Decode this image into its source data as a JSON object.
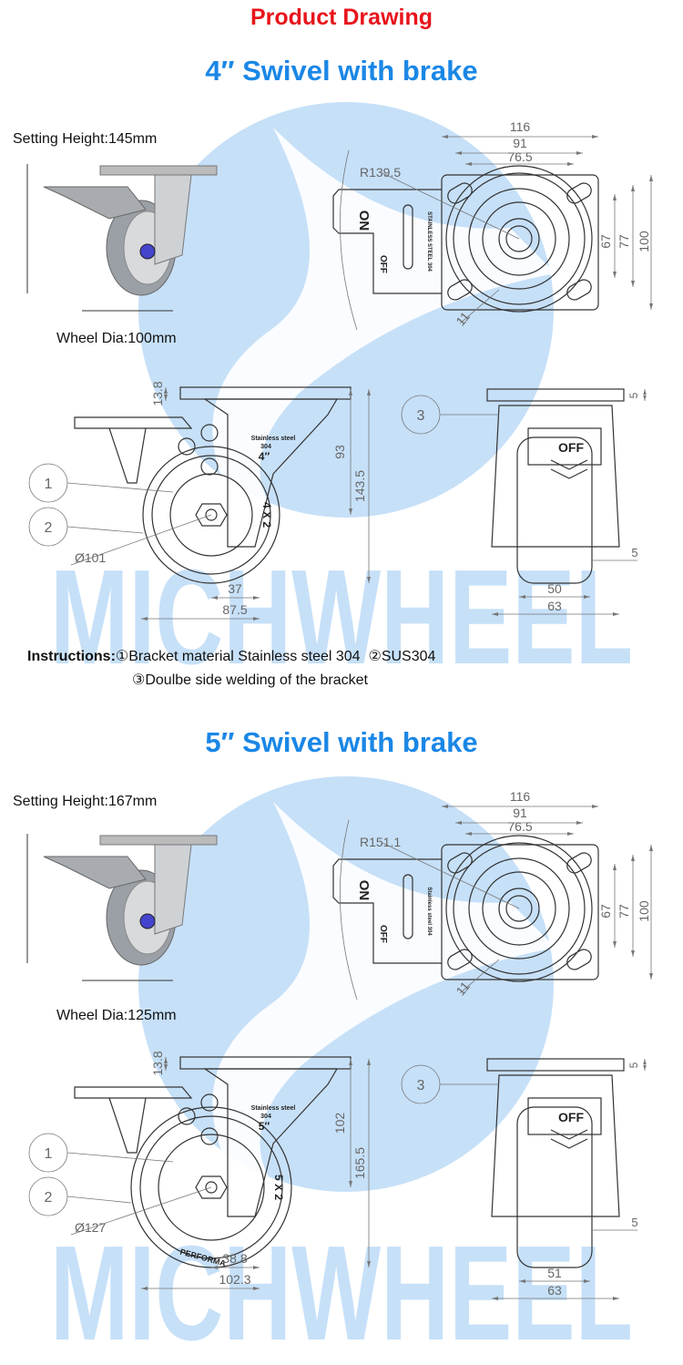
{
  "header": {
    "title": "Product Drawing",
    "title_color": "#e8141b",
    "accent_color": "#1a87e6"
  },
  "watermark": {
    "brand": "MICHWHEEL",
    "color": "#c6e0f8"
  },
  "sections": [
    {
      "title": "4″ Swivel with brake",
      "setting_height": "Setting Height:145mm",
      "wheel_dia": "Wheel Dia:100mm",
      "top_view": {
        "d1": "116",
        "d2": "91",
        "d3": "76.5",
        "d4": "67",
        "d5": "77",
        "d6": "100",
        "radius": "R139.5",
        "offset": "11",
        "on": "ON",
        "off": "OFF",
        "stamp": "STAINLESS STEEL 304"
      },
      "side_view": {
        "d_top": "13.8",
        "d_axle": "93",
        "d_height": "143.5",
        "d_off1": "37",
        "d_off2": "87.5",
        "diameter": "Ø101",
        "bracket_text": "Stainless steel",
        "bracket_grade": "304",
        "size_mark": "4″",
        "wheel_mark": "4 X 2",
        "callout1": "1",
        "callout2": "2"
      },
      "front_view": {
        "callout3": "3",
        "d_plate": "5",
        "d_side": "5",
        "d_wheel": "50",
        "d_bracket": "63",
        "off": "OFF"
      }
    },
    {
      "title": "5″ Swivel with brake",
      "setting_height": "Setting Height:167mm",
      "wheel_dia": "Wheel Dia:125mm",
      "top_view": {
        "d1": "116",
        "d2": "91",
        "d3": "76.5",
        "d4": "67",
        "d5": "77",
        "d6": "100",
        "radius": "R151.1",
        "offset": "11",
        "on": "ON",
        "off": "OFF",
        "stamp": "Stainless steel 304"
      },
      "side_view": {
        "d_top": "13.8",
        "d_axle": "102",
        "d_height": "165.5",
        "d_off1": "38.8",
        "d_off2": "102.3",
        "diameter": "Ø127",
        "bracket_text": "Stainless steel",
        "bracket_grade": "304",
        "size_mark": "5″",
        "wheel_mark": "5 X 2",
        "tread_mark": "PERFORMA",
        "callout1": "1",
        "callout2": "2"
      },
      "front_view": {
        "callout3": "3",
        "d_plate": "5",
        "d_side": "5",
        "d_wheel": "51",
        "d_bracket": "63",
        "off": "OFF"
      }
    }
  ],
  "instructions": {
    "label": "Instructions:",
    "item1": "①Bracket material Stainless steel 304",
    "item2": "②SUS304",
    "item3": "③Doulbe side welding of the bracket"
  }
}
